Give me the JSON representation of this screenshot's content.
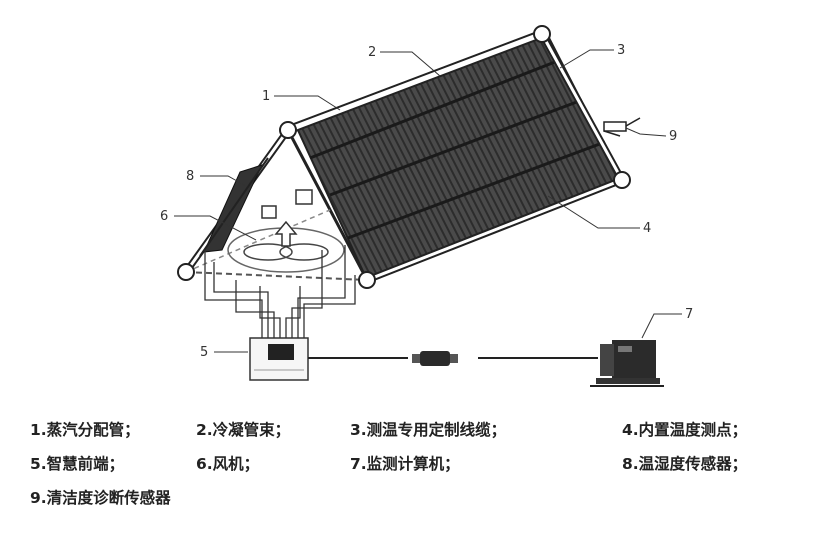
{
  "callouts": {
    "n1": "1",
    "n2": "2",
    "n3": "3",
    "n4": "4",
    "n5": "5",
    "n6": "6",
    "n7": "7",
    "n8": "8",
    "n9": "9"
  },
  "legend": [
    "1.蒸汽分配管；",
    "2.冷凝管束；",
    "3.测温专用定制线缆；",
    "4.内置温度测点；",
    "5.智慧前端；",
    "6.风机；",
    "7.监测计算机；",
    "8.温湿度传感器；",
    "9.清洁度诊断传感器"
  ]
}
